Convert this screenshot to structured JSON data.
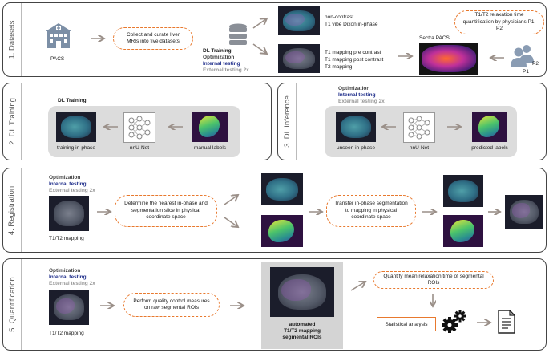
{
  "panels": {
    "datasets": {
      "tab": "1. Datasets",
      "pacs_label": "PACS",
      "collect_text": "Collect and curate liver MRIs into five datasets",
      "dl_training": "DL Training",
      "optimization": "Optimization",
      "internal_testing": "Internal testing",
      "external_testing": "External testing 2x",
      "noncontrast_line1": "non-contrast",
      "noncontrast_line2": "T1 vibe Dixon in-phase",
      "mapping_line1": "T1 mapping pre contrast",
      "mapping_line2": "T1 mapping post contrast",
      "mapping_line3": "T2 mapping",
      "quant_text": "T1/T2 relaxation time quantification by physicians P1, P2",
      "sectra_label": "Sectra PACS",
      "p1": "P1",
      "p2": "P2"
    },
    "dl_training": {
      "tab": "2. DL Training",
      "header": "DL Training",
      "img1_label": "training in-phase",
      "net_label": "nnU-Net",
      "img2_label": "manual labels"
    },
    "dl_inference": {
      "tab": "3. DL Inference",
      "optimization": "Optimization",
      "internal_testing": "Internal testing",
      "external_testing": "External testing 2x",
      "img1_label": "unseen in-phase",
      "net_label": "nnU-Net",
      "img2_label": "predicted labels"
    },
    "registration": {
      "tab": "4. Registration",
      "optimization": "Optimization",
      "internal_testing": "Internal testing",
      "external_testing": "External testing 2x",
      "img_label": "T1/T2 mapping",
      "step1_text": "Determine the nearest in-phase and segmentation slice in physical coordinate space",
      "step2_text": "Transfer in-phase segmentation to mapping in physical coordinate space"
    },
    "quantification": {
      "tab": "5. Quantification",
      "optimization": "Optimization",
      "internal_testing": "Internal testing",
      "external_testing": "External testing 2x",
      "img_label": "T1/T2 mapping",
      "qc_text": "Perform quality control measures on raw segmental ROIs",
      "auto_line1": "automated",
      "auto_line2": "T1/T2 mapping",
      "auto_line3": "segmental ROIs",
      "quantify_text": "Quantify mean relaxation time of segmental ROIs",
      "stats_text": "Statistical analysis"
    }
  },
  "colors": {
    "accent_orange": "#e8792e",
    "internal_blue": "#1e2d8a",
    "external_grey": "#999999",
    "arrow_grey": "#9a8f88"
  }
}
